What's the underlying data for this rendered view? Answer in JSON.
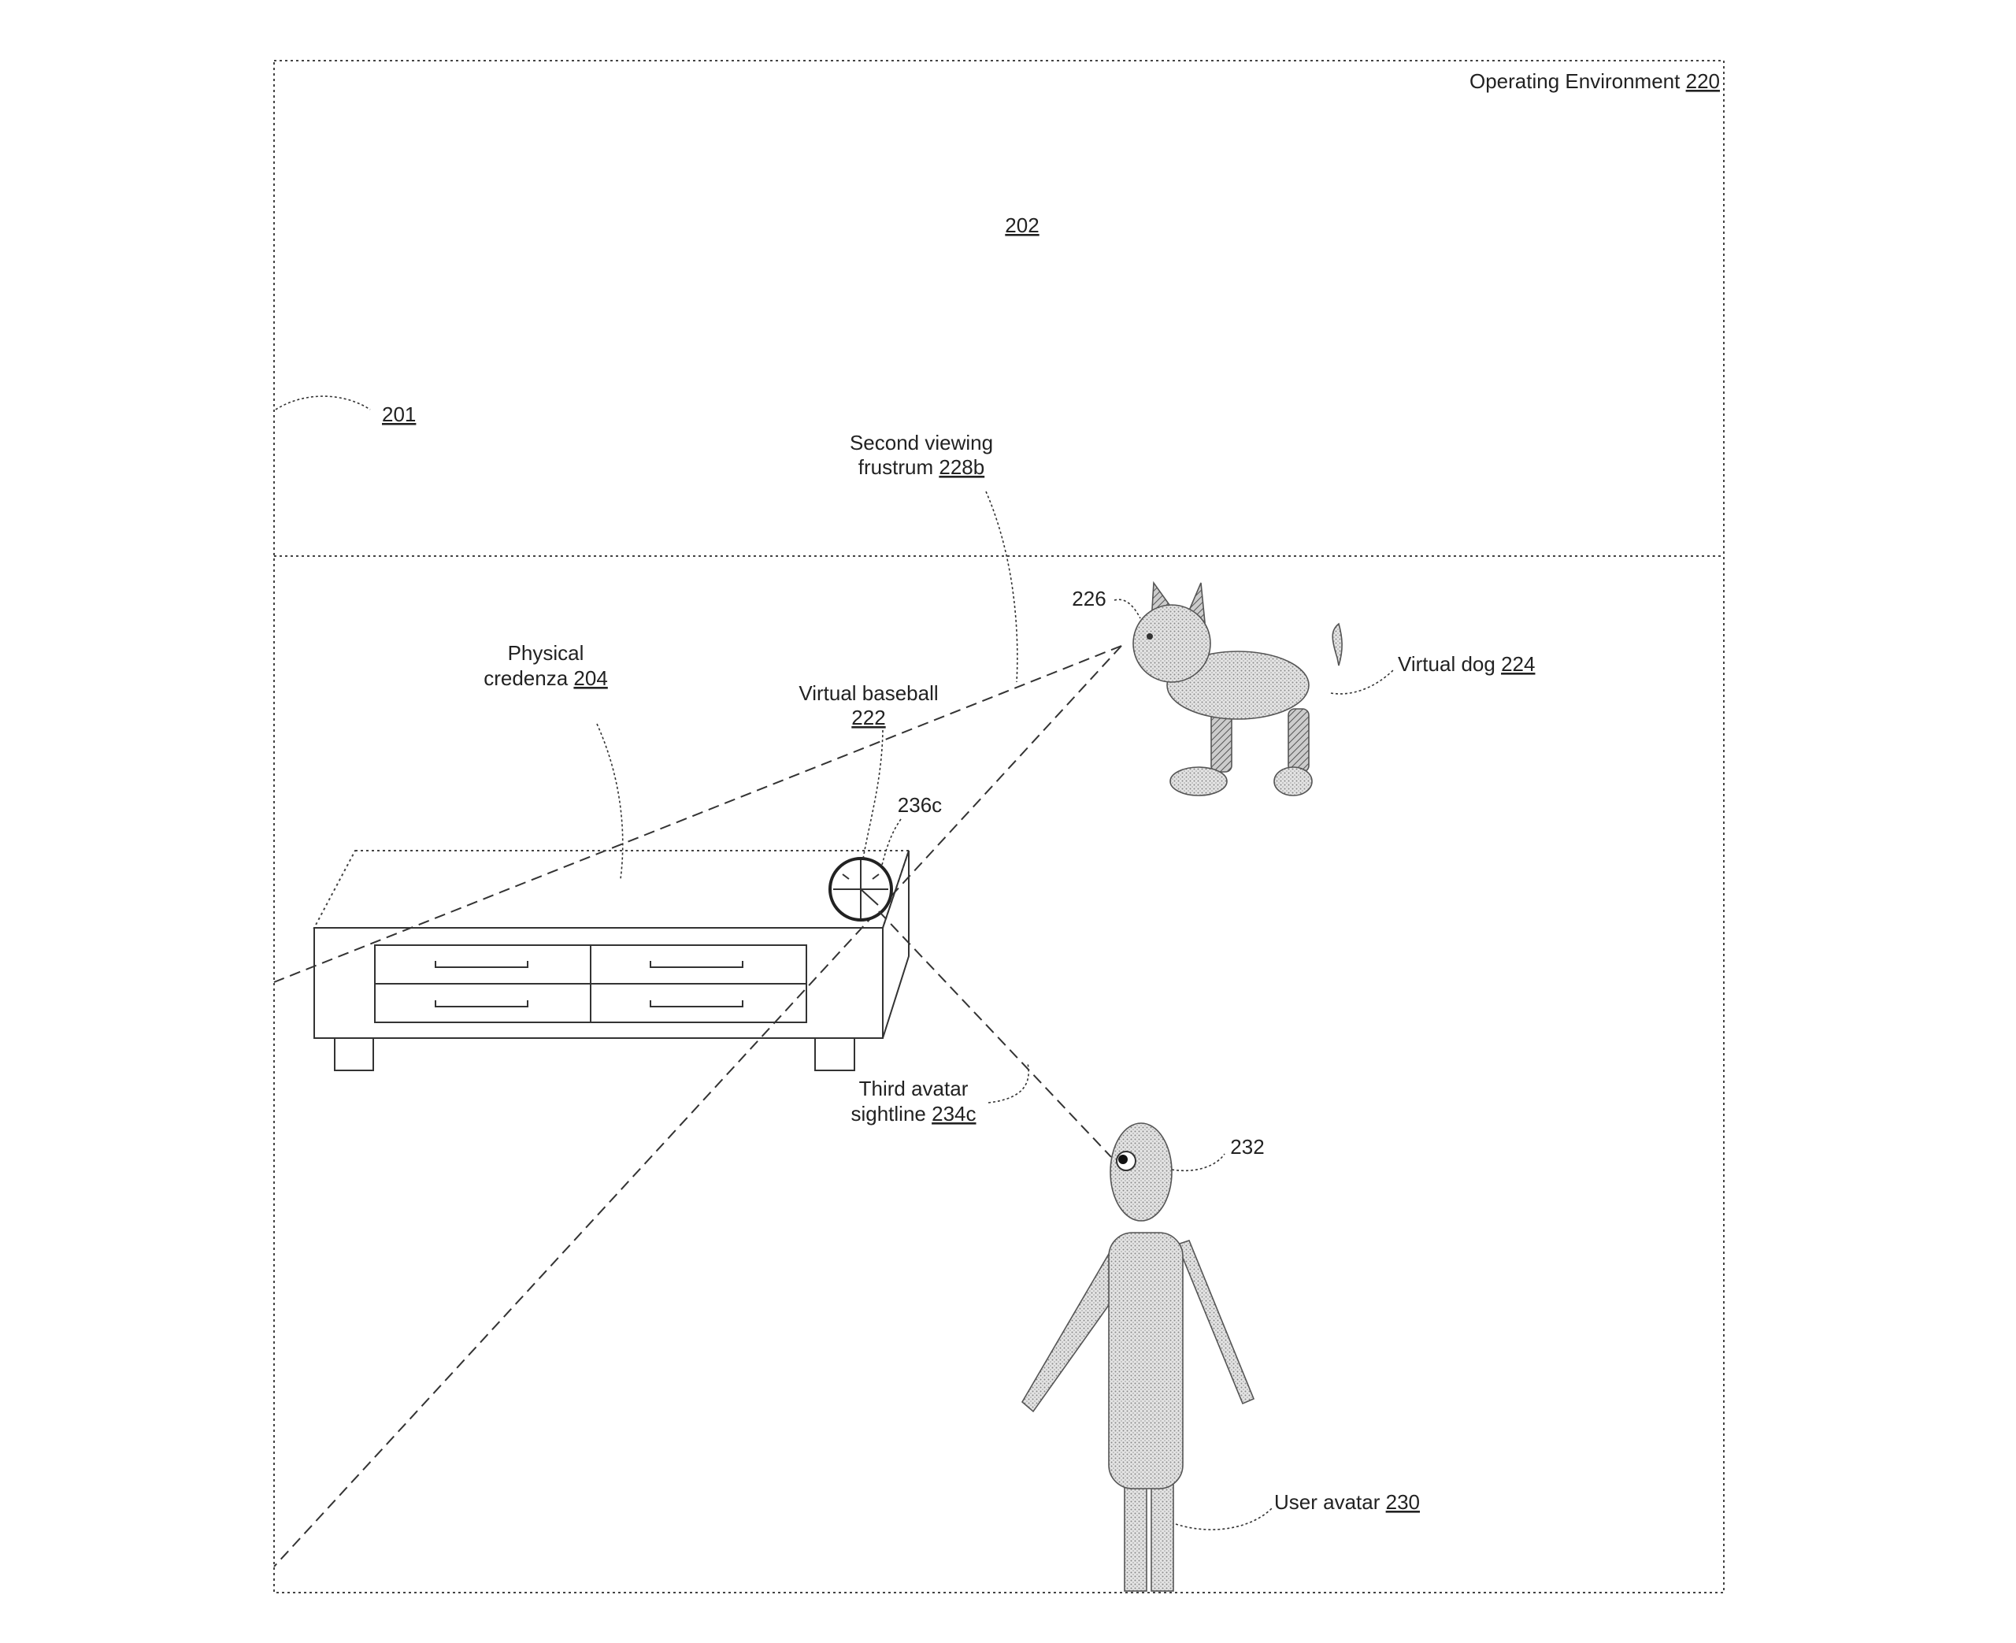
{
  "figure": {
    "environment": {
      "label": "Operating Environment",
      "ref": "220"
    },
    "upper_region": {
      "ref": "202"
    },
    "boundary": {
      "ref": "201"
    },
    "frustum": {
      "line1": "Second viewing",
      "line2": "frustrum",
      "ref": "228b"
    },
    "credenza": {
      "line1": "Physical",
      "line2": "credenza",
      "ref": "204"
    },
    "baseball": {
      "line1": "Virtual baseball",
      "ref": "222"
    },
    "focus_point": {
      "ref": "236c"
    },
    "sightline": {
      "line1": "Third avatar",
      "line2": "sightline",
      "ref": "234c"
    },
    "dog": {
      "label": "Virtual dog",
      "ref": "224"
    },
    "dog_eye": {
      "ref": "226"
    },
    "avatar_eye": {
      "ref": "232"
    },
    "avatar": {
      "label": "User avatar",
      "ref": "230"
    }
  }
}
